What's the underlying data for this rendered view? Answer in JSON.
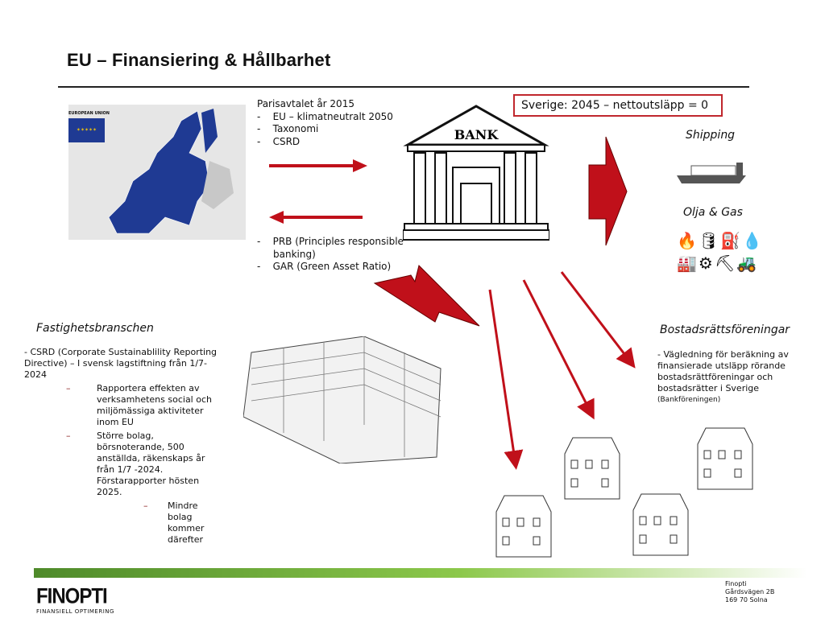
{
  "title": "EU – Finansiering & Hållbarhet",
  "eu_label": "EUROPEAN UNION",
  "paris": {
    "heading": "Parisavtalet år 2015",
    "items": [
      "EU – klimatneutralt 2050",
      "Taxonomi",
      "CSRD"
    ]
  },
  "prb": {
    "items": [
      "PRB (Principles responsible banking)",
      "GAR (Green Asset Ratio)"
    ]
  },
  "goal": "Sverige: 2045 – nettoutsläpp = 0",
  "bank_label": "BANK",
  "shipping": "Shipping",
  "olja": "Olja & Gas",
  "fast": {
    "title": "Fastighetsbranschen",
    "intro": "- CSRD (Corporate Sustainablility Reporting Directive) – I svensk lagstiftning från 1/7-2024",
    "sub1": "Rapportera effekten av verksamhetens social och miljömässiga aktiviteter inom EU",
    "sub2": "Större bolag, börsnoterande, 500 anställda, räkenskaps år från 1/7 -2024. Förstarapporter hösten 2025.",
    "sub3": "Mindre bolag kommer därefter",
    "dash": "–"
  },
  "bost": {
    "title": "Bostadsrättsföreningar",
    "text": "- Vägledning för beräkning av finansierade utsläpp rörande bostadsrättföreningar och bostadsrätter i Sverige",
    "note": "(Bankföreningen)"
  },
  "footer": {
    "logo": "FINOPTI",
    "tagline": "FINANSIELL OPTIMERING",
    "addr1": "Finopti",
    "addr2": "Gårdsvägen 2B",
    "addr3": "169 70 Solna"
  },
  "colors": {
    "red": "#c0101a",
    "eu_blue": "#1f3a93",
    "green": "#8cc84b"
  }
}
